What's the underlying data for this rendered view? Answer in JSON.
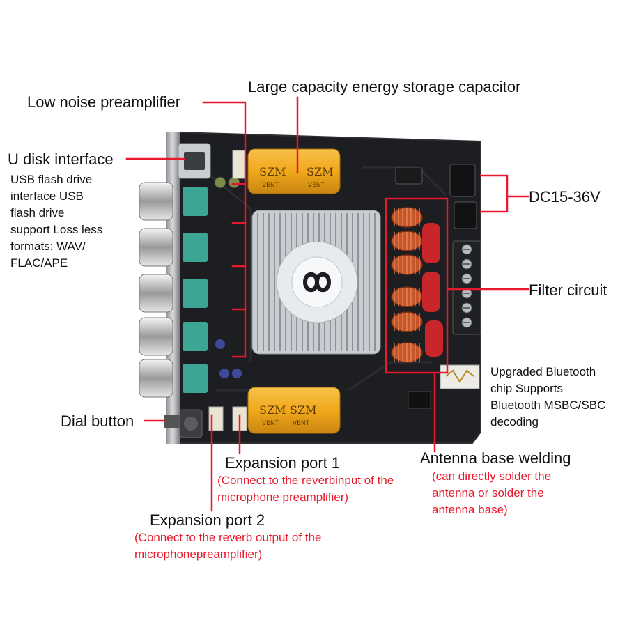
{
  "colors": {
    "leader": "#e8192c",
    "note": "#e8192c",
    "label": "#111111",
    "pcb": "#1d1e22",
    "capacitor": "#f1a81c",
    "heatsink": "#c9cdd2",
    "knob_cap": "#3aa693"
  },
  "icons": {
    "heatsink_fan": "fan-logo-icon",
    "capacitor": "capacitor-icon",
    "coil": "coil-icon"
  },
  "board": {
    "capacitor_top": {
      "brand": "SZM",
      "tag": "VENT"
    },
    "capacitor_bottom": {
      "brand": "SZM",
      "tag": "VENT"
    }
  },
  "callouts": {
    "low_noise_preamp": "Low noise preamplifier",
    "energy_capacitor": "Large capacity energy storage capacitor",
    "u_disk": {
      "title": "U disk interface",
      "desc": [
        "USB flash drive",
        "interface USB",
        "flash drive",
        "support Loss less",
        "formats: WAV/",
        "FLAC/APE"
      ]
    },
    "dc": "DC15-36V",
    "filter": "Filter circuit",
    "bluetooth": [
      "Upgraded Bluetooth",
      "chip Supports",
      "Bluetooth MSBC/SBC",
      "decoding"
    ],
    "dial": "Dial button",
    "exp1": {
      "title": "Expansion port 1",
      "note": [
        "(Connect to the reverbinput of the",
        "microphone preamplifier)"
      ]
    },
    "exp2": {
      "title": "Expansion port 2",
      "note": [
        "(Connect to the reverb output of the",
        "microphonepreamplifier)"
      ]
    },
    "antenna": {
      "title": "Antenna base welding",
      "note": [
        "(can directly solder the",
        "antenna or solder the",
        "antenna base)"
      ]
    }
  }
}
